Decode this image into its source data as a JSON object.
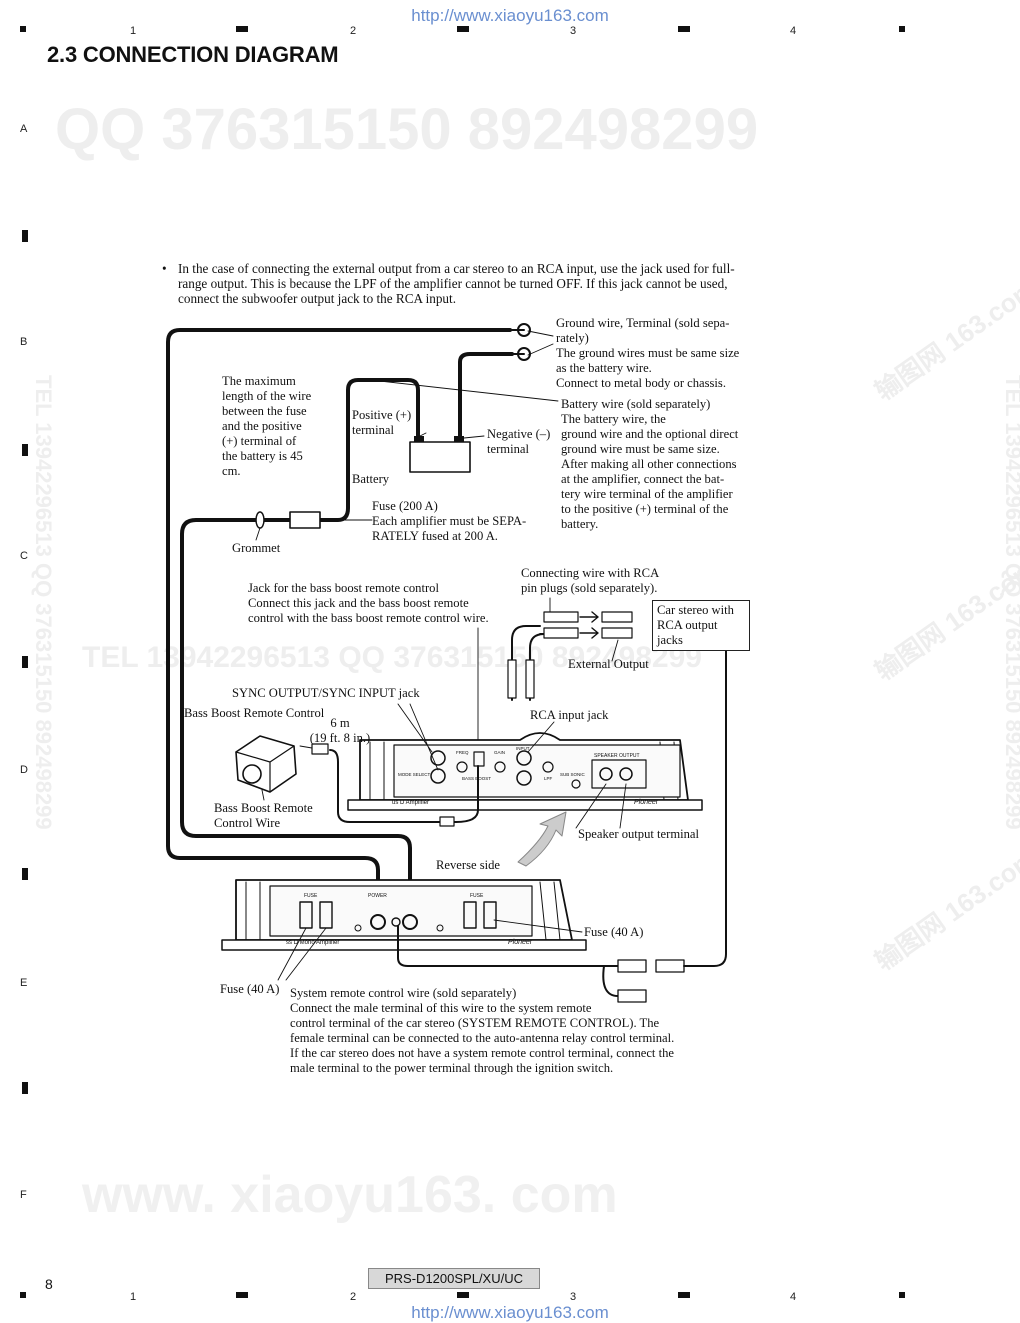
{
  "header": {
    "url_top": "http://www.xiaoyu163.com",
    "url_bottom": "http://www.xiaoyu163.com",
    "section_title": "2.3  CONNECTION DIAGRAM",
    "col_numbers": [
      "1",
      "2",
      "3",
      "4"
    ],
    "row_letters": [
      "A",
      "B",
      "C",
      "D",
      "E",
      "F"
    ]
  },
  "watermarks": {
    "qq_line": "QQ 376315150    892498299",
    "tel_line": "TEL  13942296513         QQ  376315150  892498299",
    "side_vertical": "TEL 13942296513  QQ 376315150  892498299",
    "site_bottom": "www. xiaoyu163. com",
    "stamp": "输图网 163.com"
  },
  "note": {
    "bullet": "•",
    "text": "In the case of connecting the external output from a car stereo to an RCA input, use the jack used for full-range output. This is because the LPF of the amplifier cannot be turned OFF. If this jack cannot be used, connect the subwoofer output jack to the RCA input."
  },
  "labels": {
    "ground_wire": "Ground wire, Terminal (sold sepa-\nrately)\nThe ground wires must be same size\nas the battery wire.\nConnect to metal body or chassis.",
    "max_length": "The maximum\nlength of the wire\nbetween the fuse\nand the positive\n(+) terminal of\nthe battery is 45\ncm.",
    "positive_terminal": "Positive (+)\nterminal",
    "negative_terminal": "Negative (–)\nterminal",
    "battery": "Battery",
    "battery_wire": "Battery wire (sold separately)\nThe battery wire, the\nground wire and the optional direct\nground wire must be same size.\nAfter making all other connections\nat the amplifier, connect the bat-\ntery wire terminal of the amplifier\nto the positive (+) terminal of the\nbattery.",
    "fuse_200": "Fuse (200 A)\nEach amplifier must be SEPA-\nRATELY fused at 200 A.",
    "grommet": "Grommet",
    "rca_wire": "Connecting wire with RCA\npin plugs (sold separately).",
    "car_stereo": "Car stereo with\nRCA output\njacks",
    "external_output": "External Output",
    "bass_boost_jack": "Jack for the bass boost remote control\nConnect this jack and the bass boost remote\ncontrol with the bass boost remote control wire.",
    "sync_jack": "SYNC OUTPUT/SYNC INPUT jack",
    "bass_boost_remote": "Bass Boost Remote Control",
    "length_6m": "6 m\n(19 ft. 8 in.)",
    "rca_input_jack": "RCA input jack",
    "bass_boost_wire": "Bass Boost Remote\nControl Wire",
    "speaker_output": "Speaker output terminal",
    "reverse_side": "Reverse side",
    "fuse_40_right": "Fuse (40 A)",
    "fuse_40_left": "Fuse (40 A)",
    "system_remote": "System remote control wire (sold separately)\nConnect the male terminal of this wire to the system remote\ncontrol terminal of the car stereo (SYSTEM REMOTE CONTROL). The\nfemale terminal can be connected to the auto-antenna relay control terminal.\nIf the car stereo does not have a system remote control terminal, connect the\nmale terminal to the power terminal through the ignition switch."
  },
  "amp_front": {
    "model_text": "us D Amplifier",
    "brand": "Pioneer",
    "speaker_panel": "SPEAKER OUTPUT",
    "controls": [
      "FREQ",
      "GAIN",
      "BASS BOOST",
      "INPUT",
      "LPF",
      "SUB SONIC",
      "MODE SELECT"
    ]
  },
  "amp_rear": {
    "model_text": "ss D Mono Amplifier",
    "brand": "Pioneer",
    "fuse_label": "FUSE",
    "power_label": "POWER"
  },
  "footer": {
    "model": "PRS-D1200SPL/XU/UC",
    "page": "8"
  },
  "colors": {
    "wire": "#111111",
    "accent_link": "#6a8fd0",
    "watermark": "#eeeeee",
    "model_box": "#d8d8d8"
  }
}
